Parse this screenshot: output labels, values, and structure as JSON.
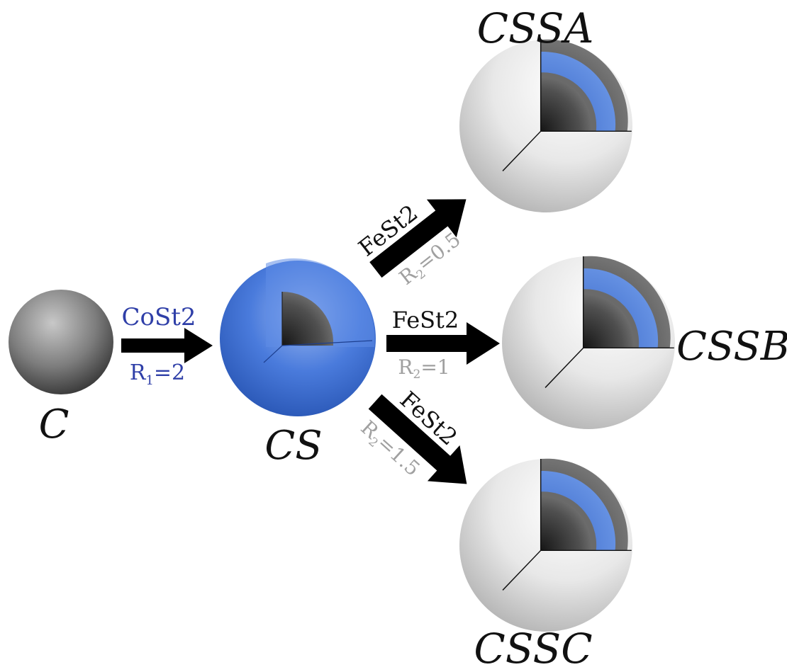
{
  "particles": {
    "c": {
      "label": "C"
    },
    "cs": {
      "label": "CS"
    },
    "cssa": {
      "label": "CSSA"
    },
    "cssb": {
      "label": "CSSB"
    },
    "cssc": {
      "label": "CSSC"
    }
  },
  "reactions": {
    "c_to_cs": {
      "reagent": "CoSt2",
      "ratio_symbol": "R",
      "ratio_sub": "1",
      "ratio_value": "=2"
    },
    "cs_to_cssa": {
      "reagent": "FeSt2",
      "ratio_symbol": "R",
      "ratio_sub": "2",
      "ratio_value": "=0.5"
    },
    "cs_to_cssb": {
      "reagent": "FeSt2",
      "ratio_symbol": "R",
      "ratio_sub": "2",
      "ratio_value": "=1"
    },
    "cs_to_cssc": {
      "reagent": "FeSt2",
      "ratio_symbol": "R",
      "ratio_sub": "2",
      "ratio_value": "=1.5"
    }
  },
  "colors": {
    "core_gray": "#4a4a4a",
    "cobalt_shell_blue": "#3d6fd1",
    "iron_shell_silver": "#e0e0e0",
    "blue_text": "#2f3fa8",
    "gray_text": "#a0a0a0",
    "arrow": "#000000"
  }
}
